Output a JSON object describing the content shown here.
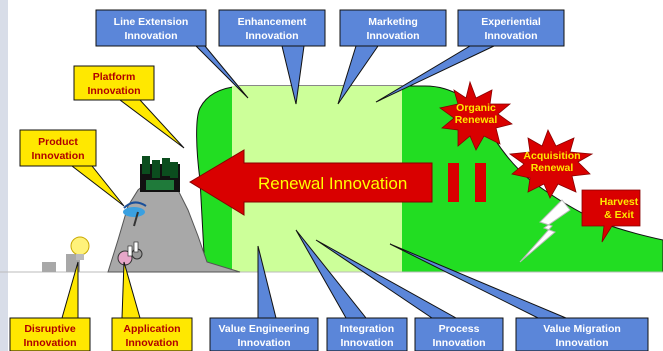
{
  "diagram": {
    "center_label": "Renewal Innovation",
    "top_callouts": [
      {
        "line1": "Line Extension",
        "line2": "Innovation"
      },
      {
        "line1": "Enhancement",
        "line2": "Innovation"
      },
      {
        "line1": "Marketing",
        "line2": "Innovation"
      },
      {
        "line1": "Experiential",
        "line2": "Innovation"
      }
    ],
    "bottom_callouts": [
      {
        "line1": "Value Engineering",
        "line2": "Innovation"
      },
      {
        "line1": "Integration",
        "line2": "Innovation"
      },
      {
        "line1": "Process",
        "line2": "Innovation"
      },
      {
        "line1": "Value Migration",
        "line2": "Innovation"
      }
    ],
    "yellow_callouts": {
      "platform": {
        "line1": "Platform",
        "line2": "Innovation"
      },
      "product": {
        "line1": "Product",
        "line2": "Innovation"
      },
      "disruptive": {
        "line1": "Disruptive",
        "line2": "Innovation"
      },
      "application": {
        "line1": "Application",
        "line2": "Innovation"
      }
    },
    "starbursts": {
      "organic": {
        "line1": "Organic",
        "line2": "Renewal"
      },
      "acquisition": {
        "line1": "Acquisition",
        "line2": "Renewal"
      }
    },
    "harvest": {
      "line1": "Harvest",
      "line2": "& Exit"
    }
  },
  "colors": {
    "green": "#22dd22",
    "light_green": "#ccff99",
    "blue_box": "#5b86d9",
    "yellow_box": "#ffe800",
    "red": "#d90000",
    "gray": "#a8a8a8",
    "text_red": "#b00000"
  }
}
